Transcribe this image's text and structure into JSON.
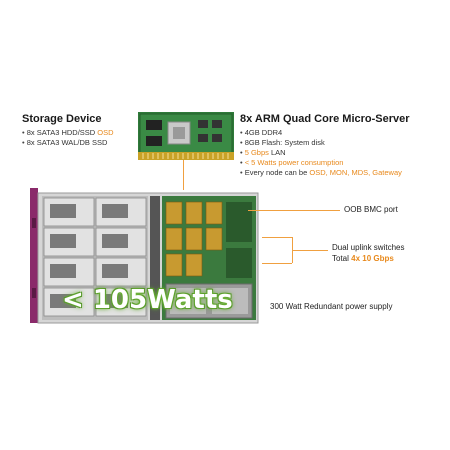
{
  "storage": {
    "title": "Storage Device",
    "items": [
      {
        "text": "8x SATA3 HDD/SSD ",
        "highlight": "OSD"
      },
      {
        "text": "8x SATA3 WAL/DB SSD",
        "highlight": ""
      }
    ]
  },
  "arm": {
    "title": "8x ARM Quad Core Micro-Server",
    "items": [
      {
        "pre": "4GB DDR4",
        "hl": "",
        "post": ""
      },
      {
        "pre": "8GB Flash: System disk",
        "hl": "",
        "post": ""
      },
      {
        "pre": "",
        "hl": "5 Gbps",
        "post": " LAN"
      },
      {
        "pre": "",
        "hl": "< 5 Watts power consumption",
        "post": ""
      },
      {
        "pre": "Every node can be ",
        "hl": "OSD, MON, MDS, Gateway",
        "post": ""
      }
    ]
  },
  "callouts": {
    "oob": "OOB BMC port",
    "uplink_title": "Dual uplink switches",
    "uplink_total_pre": "Total ",
    "uplink_total_hl": "4x 10 Gbps",
    "power": "300 Watt Redundant power supply"
  },
  "badge": {
    "watts": "< 105Watts"
  },
  "colors": {
    "accent": "#e8891c",
    "chassis": "#8a2a6a",
    "pcb": "#2e7d32",
    "badge_glow": "#7bc043"
  }
}
